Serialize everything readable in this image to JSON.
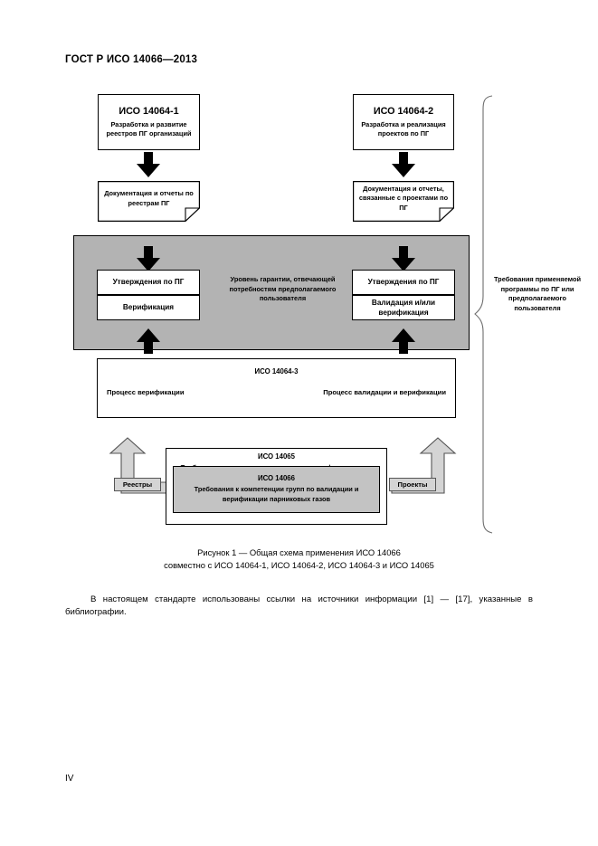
{
  "header": {
    "standard_title": "ГОСТ Р ИСО 14066—2013"
  },
  "diagram": {
    "iso_14064_1": {
      "title": "ИСО 14064-1",
      "body": "Разработка и развитие реестров ПГ организаций"
    },
    "iso_14064_2": {
      "title": "ИСО 14064-2",
      "body": "Разработка и реализация проектов по ПГ"
    },
    "doc_left": "Документация и отчеты по реестрам ПГ",
    "doc_right": "Документация и отчеты, связанные с проектами по ПГ",
    "assurance": {
      "left_top": "Утверждения по ПГ",
      "left_bottom": "Верификация",
      "center": "Уровень гарантии, отвечающей потребностям предполагаемого пользователя",
      "right_top": "Утверждения по ПГ",
      "right_bottom": "Валидация и/или верификация"
    },
    "iso_14064_3": {
      "title": "ИСО 14064-3",
      "left_label": "Процесс верификации",
      "right_label": "Процесс валидации и верификации"
    },
    "iso_14065": {
      "title": "ИСО 14065",
      "body": "Требования к органам по валидации и верификации пар-"
    },
    "iso_14066": {
      "title": "ИСО 14066",
      "body": "Требования к компетенции групп по валидации и верификации парниковых  газов"
    },
    "flow_labels": {
      "registries": "Реестры",
      "projects": "Проекты"
    },
    "brace_label": "Требования применяемой программы по ПГ или предполагаемого пользователя",
    "colors": {
      "panel_gray": "#b3b3b3",
      "inner_gray": "#c3c3c3",
      "arrow_gray": "#d4d4d4",
      "line_black": "#000000"
    }
  },
  "caption": {
    "line1": "Рисунок 1 — Общая схема применения ИСО 14066",
    "line2": "совместно с ИСО 14064-1, ИСО 14064-2, ИСО 14064-3 и ИСО 14065"
  },
  "body": {
    "paragraph": "В настоящем стандарте использованы ссылки на источники информации [1] — [17], указанные в библиографии."
  },
  "footer": {
    "page_number": "IV"
  }
}
